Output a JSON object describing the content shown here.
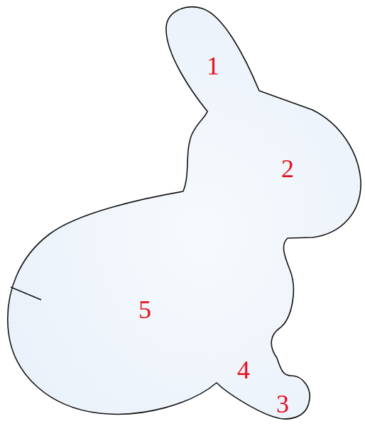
{
  "diagram": {
    "labels": [
      "1",
      "2",
      "5",
      "4",
      "3"
    ]
  }
}
